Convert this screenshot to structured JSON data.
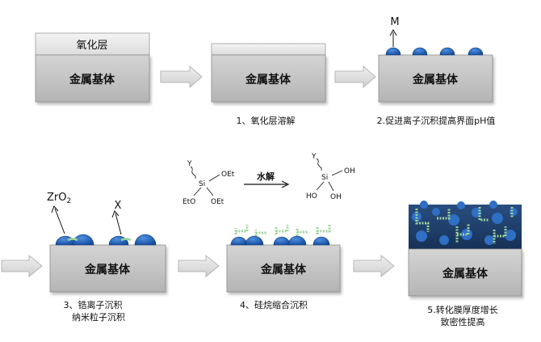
{
  "colors": {
    "substrate_face": "#c8c8c8",
    "oxide_face": "#e6e6e6",
    "arrow_fill": "#e2e2e2",
    "arrow_stroke": "#a8a8a8",
    "particle": "#1f5fb8",
    "film_dark": "#1f3d66",
    "silane_green": "#9cd39a"
  },
  "substrate_label": "金属基体",
  "stage1": {
    "oxide_label": "氧化层"
  },
  "stage2": {
    "caption": "1、氧化层溶解"
  },
  "stage3": {
    "caption": "2.促进离子沉积提高界面pH值",
    "symbol": "M"
  },
  "silane": {
    "reaction_label": "水解",
    "reactant": {
      "top": "Y",
      "center": "Si",
      "r1": "OEt",
      "r2": "EtO",
      "r3": "OEt"
    },
    "product": {
      "top": "Y",
      "center": "Si",
      "r1": "OH",
      "r2": "HO",
      "r3": "OH"
    }
  },
  "stage4": {
    "caption_line1": "3、锆离子沉积",
    "caption_line2": "纳米粒子沉积",
    "zro2_base": "ZrO",
    "zro2_sub": "2",
    "x_label": "X"
  },
  "stage5": {
    "caption": "4、硅烷缩合沉积"
  },
  "stage6": {
    "caption_line1": "5.转化膜厚度增长",
    "caption_line2": "致密性提高"
  }
}
